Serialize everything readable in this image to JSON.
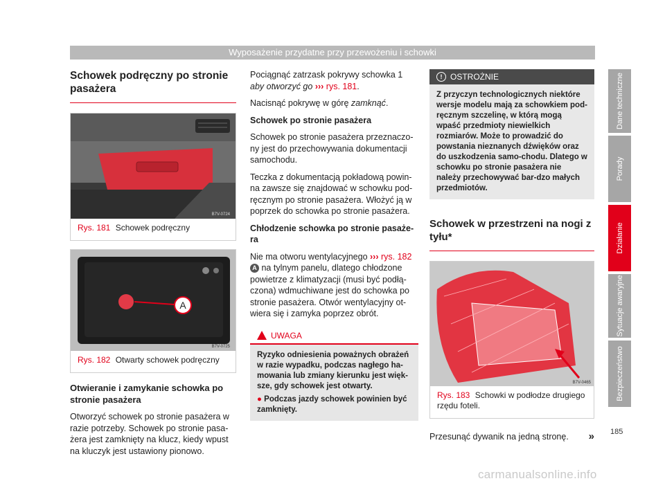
{
  "header": {
    "title": "Wyposażenie przydatne przy przewożeniu i schowki"
  },
  "rail": {
    "tabs": [
      "Dane techniczne",
      "Porady",
      "Działanie",
      "Sytuacje awaryjne",
      "Bezpieczeństwo"
    ],
    "active_tab": "Działanie"
  },
  "page_number": "185",
  "colors": {
    "accent": "#e1001a",
    "header_bar": "#b9b9b9",
    "tab_inactive": "#a6a6a6"
  },
  "col1": {
    "section_title": "Schowek podręczny po stronie pasażera",
    "fig181": {
      "code": "B7V-0724",
      "label": "Rys. 181",
      "caption": "Schowek podręczny"
    },
    "fig182": {
      "code": "B7V-0725",
      "label": "Rys. 182",
      "caption": "Otwarty schowek podręczny",
      "marker": "A"
    },
    "heading": "Otwieranie i zamykanie schowka po stronie pasażera",
    "paragraph": "Otworzyć schowek po stronie pasażera w razie potrzeby. Schowek po stronie pasa-żera jest zamknięty na klucz, kiedy wpust na kluczyk jest ustawiony pionowo."
  },
  "col2": {
    "p1_a": "Pociągnąć zatrzask pokrywy schowka 1",
    "p1_b": "aby otworzyć go",
    "p1_ref": "rys. 181",
    "p2_a": "Nacisnąć pokrywę w górę",
    "p2_b": "zamknąć",
    "h1": "Schowek po stronie pasażera",
    "p3": "Schowek po stronie pasażera przeznaczo-ny jest do przechowywania dokumentacji samochodu.",
    "p4": "Teczka z dokumentacją pokładową powin-na zawsze się znajdować w schowku pod-ręcznym po stronie pasażera. Włożyć ją w poprzek do schowka po stronie pasażera.",
    "h2": "Chłodzenie schowka po stronie pasaże-ra",
    "p5_a": "Nie ma otworu wentylacyjnego",
    "p5_ref": "rys. 182",
    "p5_marker": "A",
    "p5_b": "na tylnym panelu, dlatego chłodzone powietrze z klimatyzacji (musi być podłą-czona) wdmuchiwane jest do schowka po stronie pasażera. Otwór wentylacyjny ot-wiera się i zamyka poprzez obrót.",
    "warning": {
      "title": "UWAGA",
      "text": "Ryzyko odniesienia poważnych obrażeń w razie wypadku, podczas nagłego ha-mowania lub zmiany kierunku jest więk-sze, gdy schowek jest otwarty.",
      "bullet": "Podczas jazdy schowek powinien być zamknięty."
    }
  },
  "col3": {
    "caution": {
      "title": "OSTROŻNIE",
      "text": "Z przyczyn technologicznych niektóre wersje modelu mają za schowkiem pod-ręcznym szczelinę, w którą mogą wpaść przedmioty niewielkich rozmiarów. Może to prowadzić do powstania nieznanych dźwięków oraz do uszkodzenia samo-chodu. Dlatego w schowku po stronie pasażera nie należy przechowywać bar-dzo małych przedmiotów."
    },
    "section_title": "Schowek w przestrzeni na nogi z tyłu*",
    "fig183": {
      "code": "B7V-0465",
      "label": "Rys. 183",
      "caption": "Schowki w podłodze drugiego rzędu foteli."
    },
    "paragraph": "Przesunąć dywanik na jedną stronę.",
    "continue": "»"
  },
  "watermark": "carmanualsonline.info"
}
